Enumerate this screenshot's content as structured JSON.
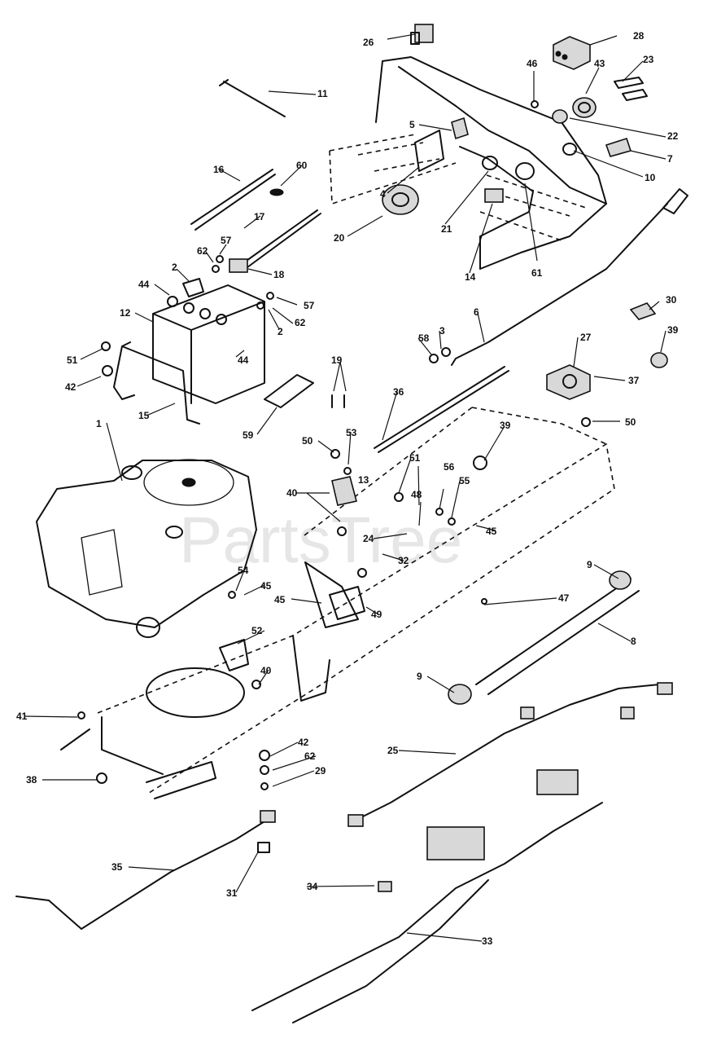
{
  "watermark": "PartsTree",
  "callouts": [
    {
      "id": "c26",
      "label": "26"
    },
    {
      "id": "c28",
      "label": "28"
    },
    {
      "id": "c23",
      "label": "23"
    },
    {
      "id": "c46",
      "label": "46"
    },
    {
      "id": "c43",
      "label": "43"
    },
    {
      "id": "c11",
      "label": "11"
    },
    {
      "id": "c5",
      "label": "5"
    },
    {
      "id": "c22",
      "label": "22"
    },
    {
      "id": "c7",
      "label": "7"
    },
    {
      "id": "c10",
      "label": "10"
    },
    {
      "id": "c16",
      "label": "16"
    },
    {
      "id": "c60",
      "label": "60"
    },
    {
      "id": "c4",
      "label": "4"
    },
    {
      "id": "c17",
      "label": "17"
    },
    {
      "id": "c20",
      "label": "20"
    },
    {
      "id": "c21",
      "label": "21"
    },
    {
      "id": "c14",
      "label": "14"
    },
    {
      "id": "c61",
      "label": "61"
    },
    {
      "id": "c62a",
      "label": "62"
    },
    {
      "id": "c57a",
      "label": "57"
    },
    {
      "id": "c18",
      "label": "18"
    },
    {
      "id": "c2a",
      "label": "2"
    },
    {
      "id": "c44a",
      "label": "44"
    },
    {
      "id": "c57b",
      "label": "57"
    },
    {
      "id": "c30",
      "label": "30"
    },
    {
      "id": "c62b",
      "label": "62"
    },
    {
      "id": "c2b",
      "label": "2"
    },
    {
      "id": "c12",
      "label": "12"
    },
    {
      "id": "c6",
      "label": "6"
    },
    {
      "id": "c3",
      "label": "3"
    },
    {
      "id": "c58",
      "label": "58"
    },
    {
      "id": "c27",
      "label": "27"
    },
    {
      "id": "c39a",
      "label": "39"
    },
    {
      "id": "c51a",
      "label": "51"
    },
    {
      "id": "c44b",
      "label": "44"
    },
    {
      "id": "c42a",
      "label": "42"
    },
    {
      "id": "c19",
      "label": "19"
    },
    {
      "id": "c37",
      "label": "37"
    },
    {
      "id": "c15",
      "label": "15"
    },
    {
      "id": "c59",
      "label": "59"
    },
    {
      "id": "c36",
      "label": "36"
    },
    {
      "id": "c50a",
      "label": "50"
    },
    {
      "id": "c1",
      "label": "1"
    },
    {
      "id": "c50b",
      "label": "50"
    },
    {
      "id": "c53",
      "label": "53"
    },
    {
      "id": "c39b",
      "label": "39"
    },
    {
      "id": "c13",
      "label": "13"
    },
    {
      "id": "c51b",
      "label": "51"
    },
    {
      "id": "c56",
      "label": "56"
    },
    {
      "id": "c40a",
      "label": "40"
    },
    {
      "id": "c55",
      "label": "55"
    },
    {
      "id": "c48",
      "label": "48"
    },
    {
      "id": "c45a",
      "label": "45"
    },
    {
      "id": "c24",
      "label": "24"
    },
    {
      "id": "c32",
      "label": "32"
    },
    {
      "id": "c9a",
      "label": "9"
    },
    {
      "id": "c54",
      "label": "54"
    },
    {
      "id": "c45b",
      "label": "45"
    },
    {
      "id": "c45c",
      "label": "45"
    },
    {
      "id": "c49",
      "label": "49"
    },
    {
      "id": "c47",
      "label": "47"
    },
    {
      "id": "c8",
      "label": "8"
    },
    {
      "id": "c52",
      "label": "52"
    },
    {
      "id": "c40b",
      "label": "40"
    },
    {
      "id": "c9b",
      "label": "9"
    },
    {
      "id": "c41",
      "label": "41"
    },
    {
      "id": "c25",
      "label": "25"
    },
    {
      "id": "c42b",
      "label": "42"
    },
    {
      "id": "c62c",
      "label": "62"
    },
    {
      "id": "c38",
      "label": "38"
    },
    {
      "id": "c29",
      "label": "29"
    },
    {
      "id": "c35",
      "label": "35"
    },
    {
      "id": "c31",
      "label": "31"
    },
    {
      "id": "c34",
      "label": "34"
    },
    {
      "id": "c33",
      "label": "33"
    }
  ]
}
